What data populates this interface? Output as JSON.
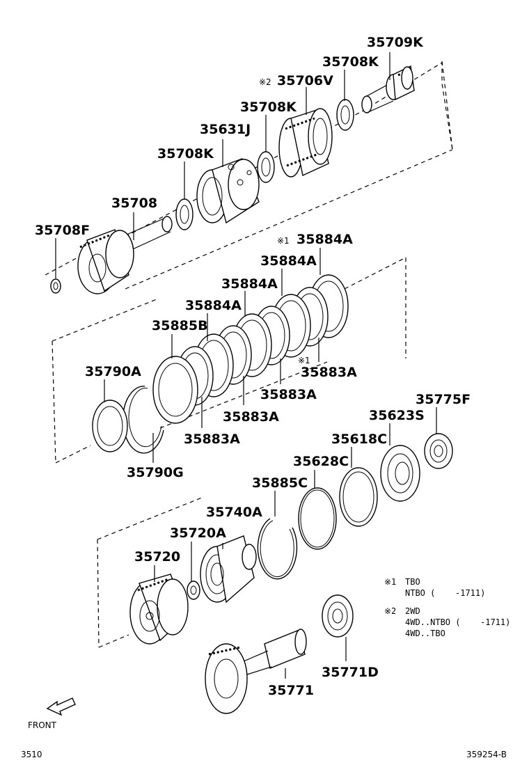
{
  "parts": {
    "p35709K": "35709K",
    "p35708K_top": "35708K",
    "p35706V": "35706V",
    "p35706V_mark": "※2",
    "p35708K_mid": "35708K",
    "p35631J": "35631J",
    "p35708K_low": "35708K",
    "p35708": "35708",
    "p35708F": "35708F",
    "p35884A_1": "35884A",
    "p35884A_1_mark": "※1",
    "p35884A_2": "35884A",
    "p35884A_3": "35884A",
    "p35884A_4": "35884A",
    "p35885B": "35885B",
    "p35883A_1": "35883A",
    "p35883A_1_mark": "※1",
    "p35883A_2": "35883A",
    "p35883A_3": "35883A",
    "p35883A_4": "35883A",
    "p35790A": "35790A",
    "p35790G": "35790G",
    "p35775F": "35775F",
    "p35623S": "35623S",
    "p35618C": "35618C",
    "p35628C": "35628C",
    "p35885C": "35885C",
    "p35740A": "35740A",
    "p35720A": "35720A",
    "p35720": "35720",
    "p35771D": "35771D",
    "p35771": "35771"
  },
  "notes": {
    "n1_mark": "※1",
    "n1_line1": "TBO",
    "n1_line2": "NTBO (",
    "n1_line2b": "-1711)",
    "n2_mark": "※2",
    "n2_line1": "2WD",
    "n2_line2": "4WD..NTBO (",
    "n2_line2b": "-1711)",
    "n2_line3": "4WD..TBO"
  },
  "footer": {
    "front": "FRONT",
    "page_code": "3510",
    "figure_code": "359254-B"
  }
}
